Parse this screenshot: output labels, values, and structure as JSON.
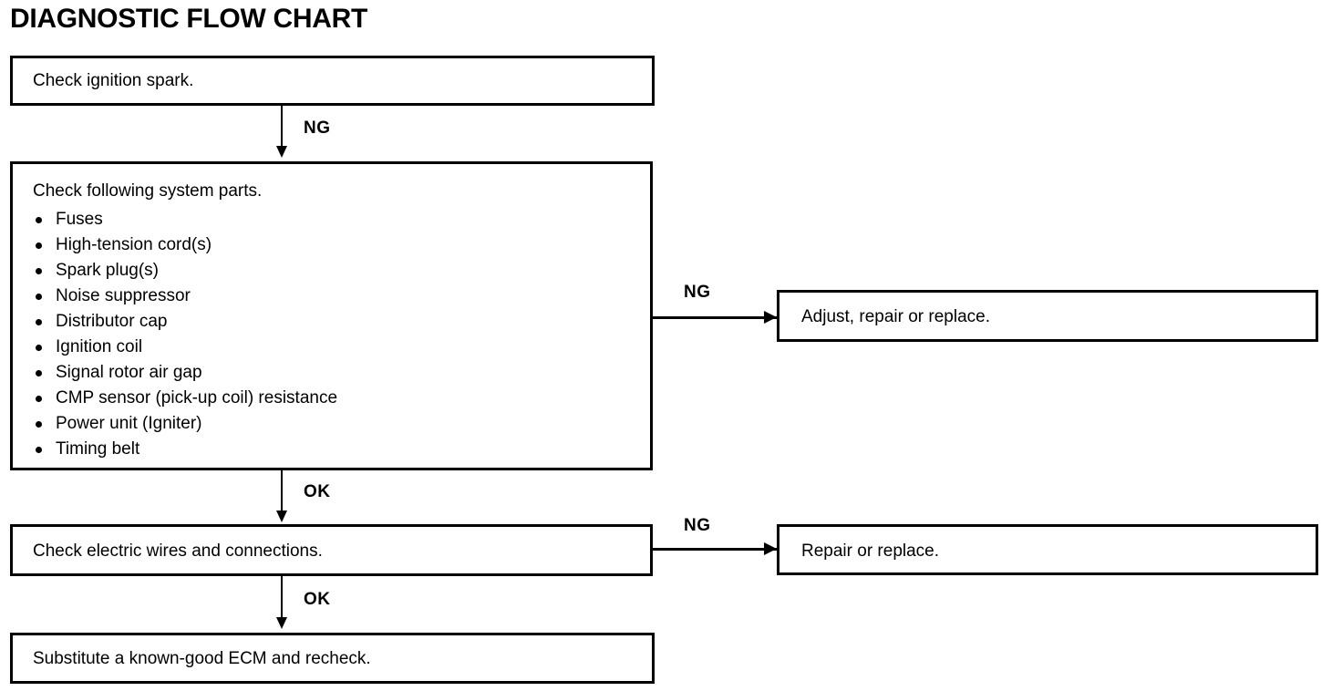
{
  "title": "DIAGNOSTIC FLOW CHART",
  "nodes": {
    "check_spark": "Check ignition spark.",
    "system_parts_head": "Check following system parts.",
    "system_parts_items": [
      "Fuses",
      "High-tension cord(s)",
      "Spark plug(s)",
      "Noise suppressor",
      "Distributor cap",
      "Ignition coil",
      "Signal rotor air gap",
      "CMP sensor (pick-up coil) resistance",
      "Power unit (Igniter)",
      "Timing belt"
    ],
    "adjust_repair": "Adjust, repair or replace.",
    "electric_wires": "Check electric wires and connections.",
    "repair_replace": "Repair or replace.",
    "substitute_ecm": "Substitute a known-good ECM and recheck."
  },
  "edges": {
    "spark_to_parts": "NG",
    "parts_to_adjust": "NG",
    "parts_to_wires": "OK",
    "wires_to_repair": "NG",
    "wires_to_ecm": "OK"
  },
  "colors": {
    "ink": "#000000",
    "paper": "#ffffff"
  }
}
